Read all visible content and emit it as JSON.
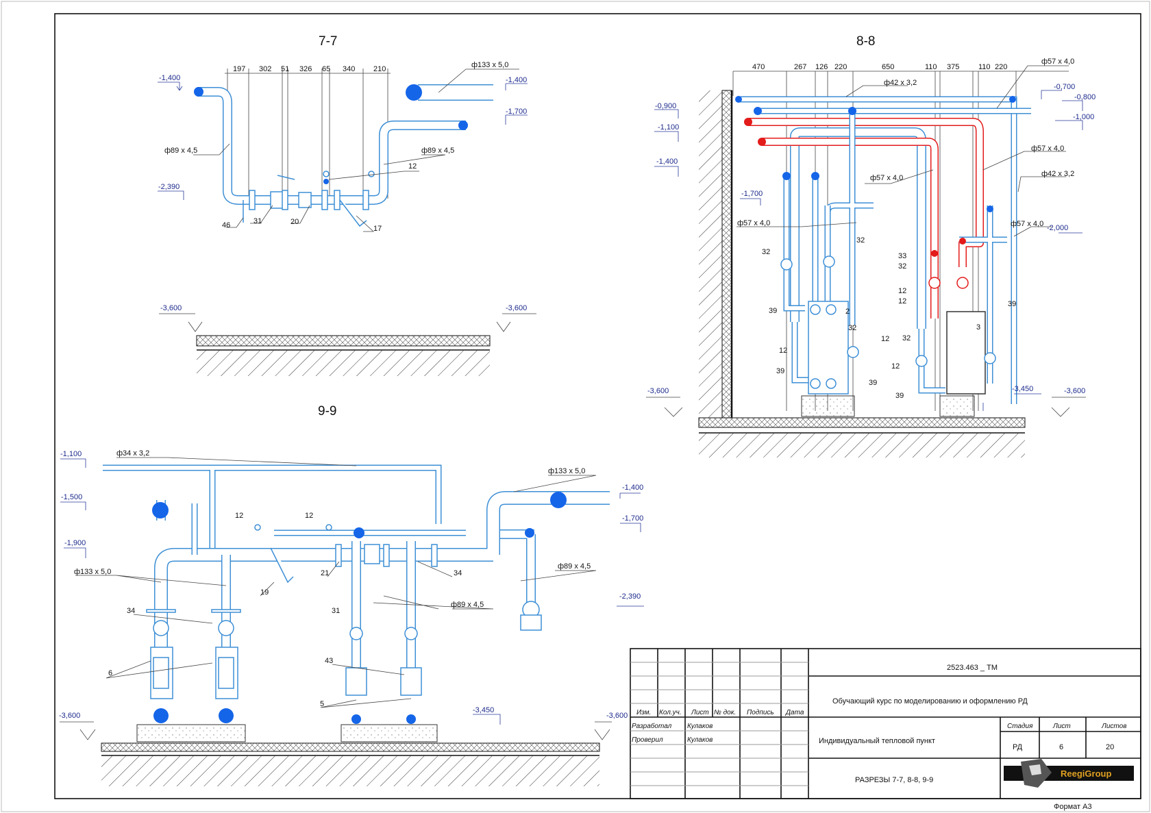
{
  "s77": {
    "title": "7-7",
    "dims": [
      "197",
      "302",
      "51",
      "326",
      "65",
      "340",
      "210"
    ],
    "elevations": [
      "-1,400",
      "-2,390",
      "-3,600",
      "-3,600",
      "-1,400",
      "-1,700"
    ],
    "pipe_labels": [
      "ф133 x 5,0",
      "ф89 x 4,5",
      "ф89 x 4,5"
    ],
    "callouts": [
      "12",
      "46",
      "31",
      "20",
      "17"
    ]
  },
  "s88": {
    "title": "8-8",
    "dims": [
      "470",
      "267",
      "126",
      "220",
      "650",
      "110",
      "375",
      "110",
      "220"
    ],
    "elevations": [
      "-0,700",
      "-0,800",
      "-0,900",
      "-1,000",
      "-1,100",
      "-1,400",
      "-1,700",
      "-2,000",
      "-3,450",
      "-3,600",
      "-3,600"
    ],
    "pipe_labels": [
      "ф57 x 4,0",
      "ф42 x 3,2",
      "ф57 x 4,0",
      "ф42 x 3,2",
      "ф57 x 4,0",
      "ф57 x 4,0",
      "ф57 x 4,0"
    ],
    "callouts": [
      "32",
      "32",
      "33",
      "32",
      "12",
      "12",
      "39",
      "39",
      "2",
      "32",
      "12",
      "3",
      "32",
      "12",
      "12",
      "39",
      "39",
      "39"
    ]
  },
  "s99": {
    "title": "9-9",
    "elevations": [
      "-1,100",
      "-1,500",
      "-1,900",
      "-1,400",
      "-1,700",
      "-2,390",
      "-3,450",
      "-3,600",
      "-3,600"
    ],
    "pipe_labels": [
      "ф34 x 3,2",
      "ф133 x 5,0",
      "ф133 x 5,0",
      "ф89 x 4,5",
      "ф89 x 4,5"
    ],
    "callouts": [
      "12",
      "12",
      "21",
      "34",
      "19",
      "31",
      "34",
      "43",
      "6",
      "5"
    ]
  },
  "title_block": {
    "doc_code": "2523.463 _ ТМ",
    "course": "Обучающий курс по моделированию и оформлению РД",
    "object": "Индивидуальный тепловой пункт",
    "sheet_title": "РАЗРЕЗЫ 7-7, 8-8, 9-9",
    "headers": [
      "Изм.",
      "Кол.уч.",
      "Лист",
      "№ док.",
      "Подпись",
      "Дата"
    ],
    "developed_label": "Разработал",
    "developed_by": "Кулаков",
    "checked_label": "Проверил",
    "checked_by": "Кулаков",
    "stage_label": "Стадия",
    "sheet_label": "Лист",
    "sheets_label": "Листов",
    "stage": "РД",
    "sheet": "6",
    "sheets": "20",
    "logo": "ReegiGroup",
    "format": "Формат  А3"
  },
  "colors": {
    "cold": "#3d8fd6",
    "hot": "#e31b1b",
    "valve": "#1565e8",
    "elevation_text": "#1c2a8c"
  }
}
